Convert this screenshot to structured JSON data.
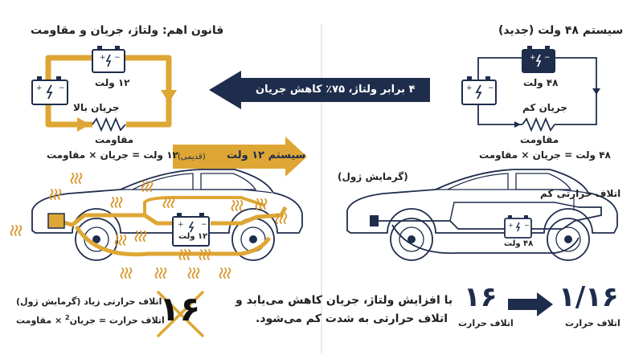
{
  "colors": {
    "navy": "#1f2d4d",
    "orange": "#dea634",
    "ink": "#222222",
    "red": "#b23a2a"
  },
  "left_panel": {
    "title": "قانون اهم: ولتاژ، جریان و مقاومت",
    "battery_label": "۱۲ ولت",
    "current_label": "جریان بالا",
    "resistance_label": "مقاومت",
    "formula": "۱۲ ولت = جریان × مقاومت"
  },
  "right_panel": {
    "title": "سیستم ۴۸ ولت (جدید)",
    "battery_label": "۴۸ ولت",
    "current_label": "جریان کم",
    "resistance_label": "مقاومت",
    "formula": "۴۸ ولت = جریان × مقاومت"
  },
  "arrows": {
    "top": "۴ برابر ولتاژ، ۷۵٪ کاهش جریان",
    "mid_main": "سیستم ۱۲ ولت",
    "mid_sub": "(قدیمی)"
  },
  "left_car": {
    "battery_label": "۱۲ ولت"
  },
  "right_car": {
    "joule_label": "(گرمایش ژول)",
    "low_loss": "اتلاف حرارتی کم",
    "battery_label": "۴۸ ولت"
  },
  "bottom": {
    "high_loss": "اتلاف حرارتی زیاد (گرمایش ژول)",
    "formula_prefix": "اتلاف حرارت = جریان",
    "formula_sup": "2",
    "formula_suffix": "× مقاومت",
    "crossed_number": "۱۶",
    "message_line1": "با افزایش ولتاژ، جریان کاهش می‌یابد و",
    "message_line2": "اتلاف حرارتی به شدت کم می‌شود.",
    "loss_value_left": "۱۶",
    "loss_caption_left": "اتلاف حرارت",
    "loss_value_right": "۱/۱۶",
    "loss_caption_right": "اتلاف حرارت"
  }
}
